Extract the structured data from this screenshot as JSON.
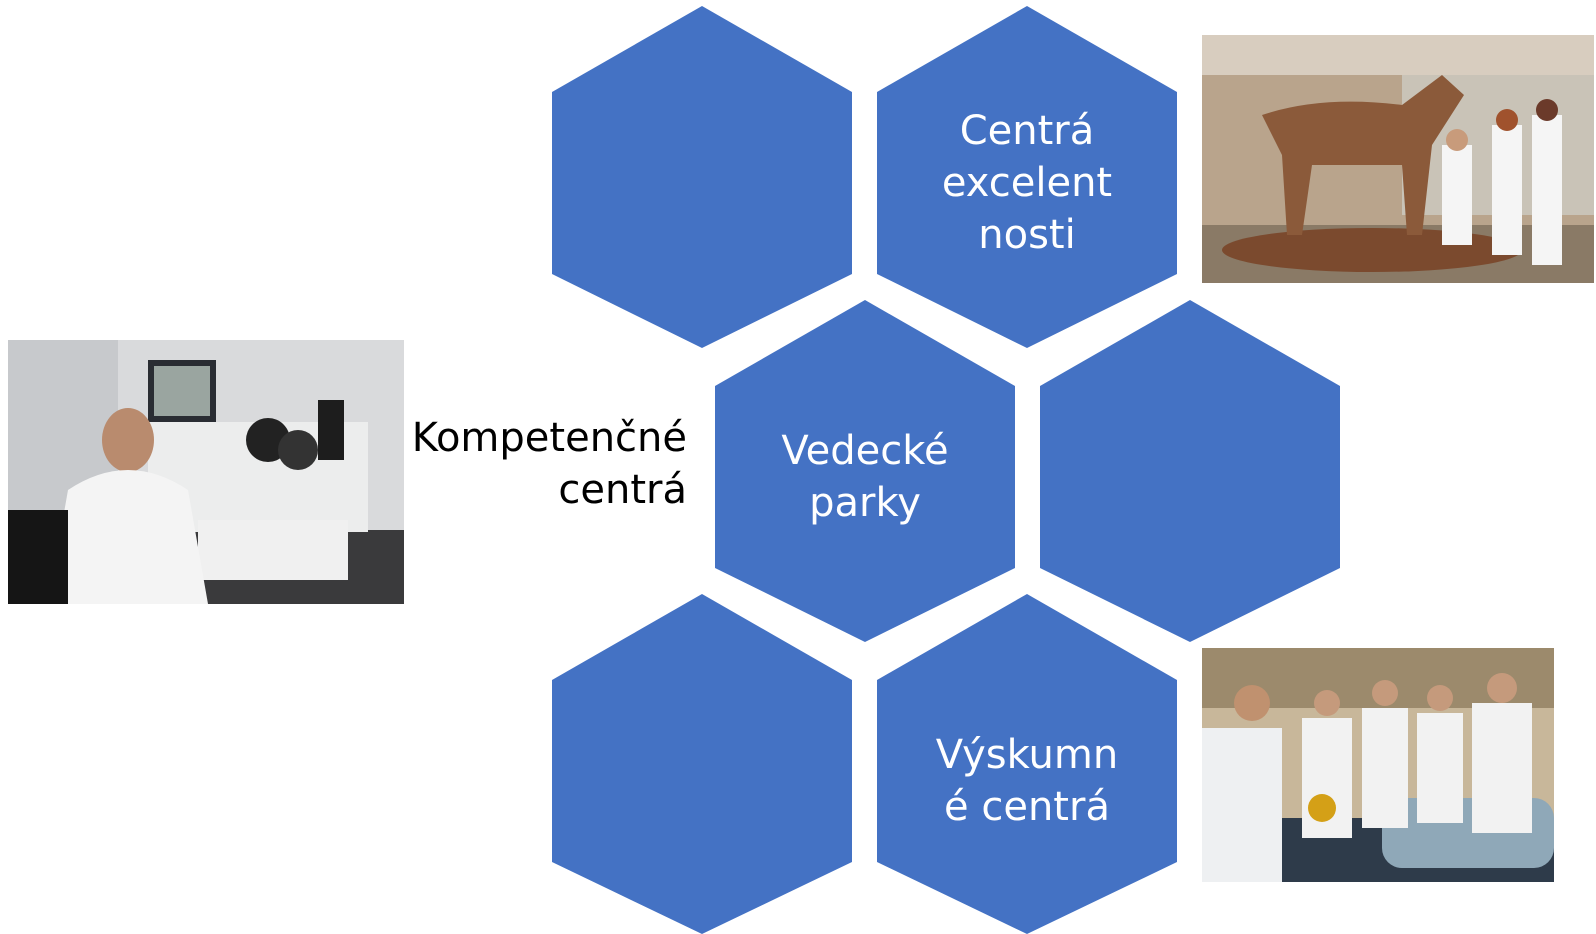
{
  "colors": {
    "hex_fill": "#4472C4",
    "hex_text": "#FFFFFF",
    "side_text": "#000000",
    "background": "#FFFFFF"
  },
  "hexagons": {
    "top_left": {
      "label": ""
    },
    "top_right": {
      "label": "Centrá\nexcelent\nnosti"
    },
    "middle_left": {
      "label": "Vedecké\nparky"
    },
    "middle_right": {
      "label": ""
    },
    "bottom_left": {
      "label": ""
    },
    "bottom_right": {
      "label": "Výskumn\né centrá"
    }
  },
  "side_label": "Kompetenčné\ncentrá",
  "photos": {
    "left": "photo-microscope-lab",
    "top_right": "photo-anatomy-museum-horse",
    "bottom_right": "photo-students-lab-equipment"
  }
}
